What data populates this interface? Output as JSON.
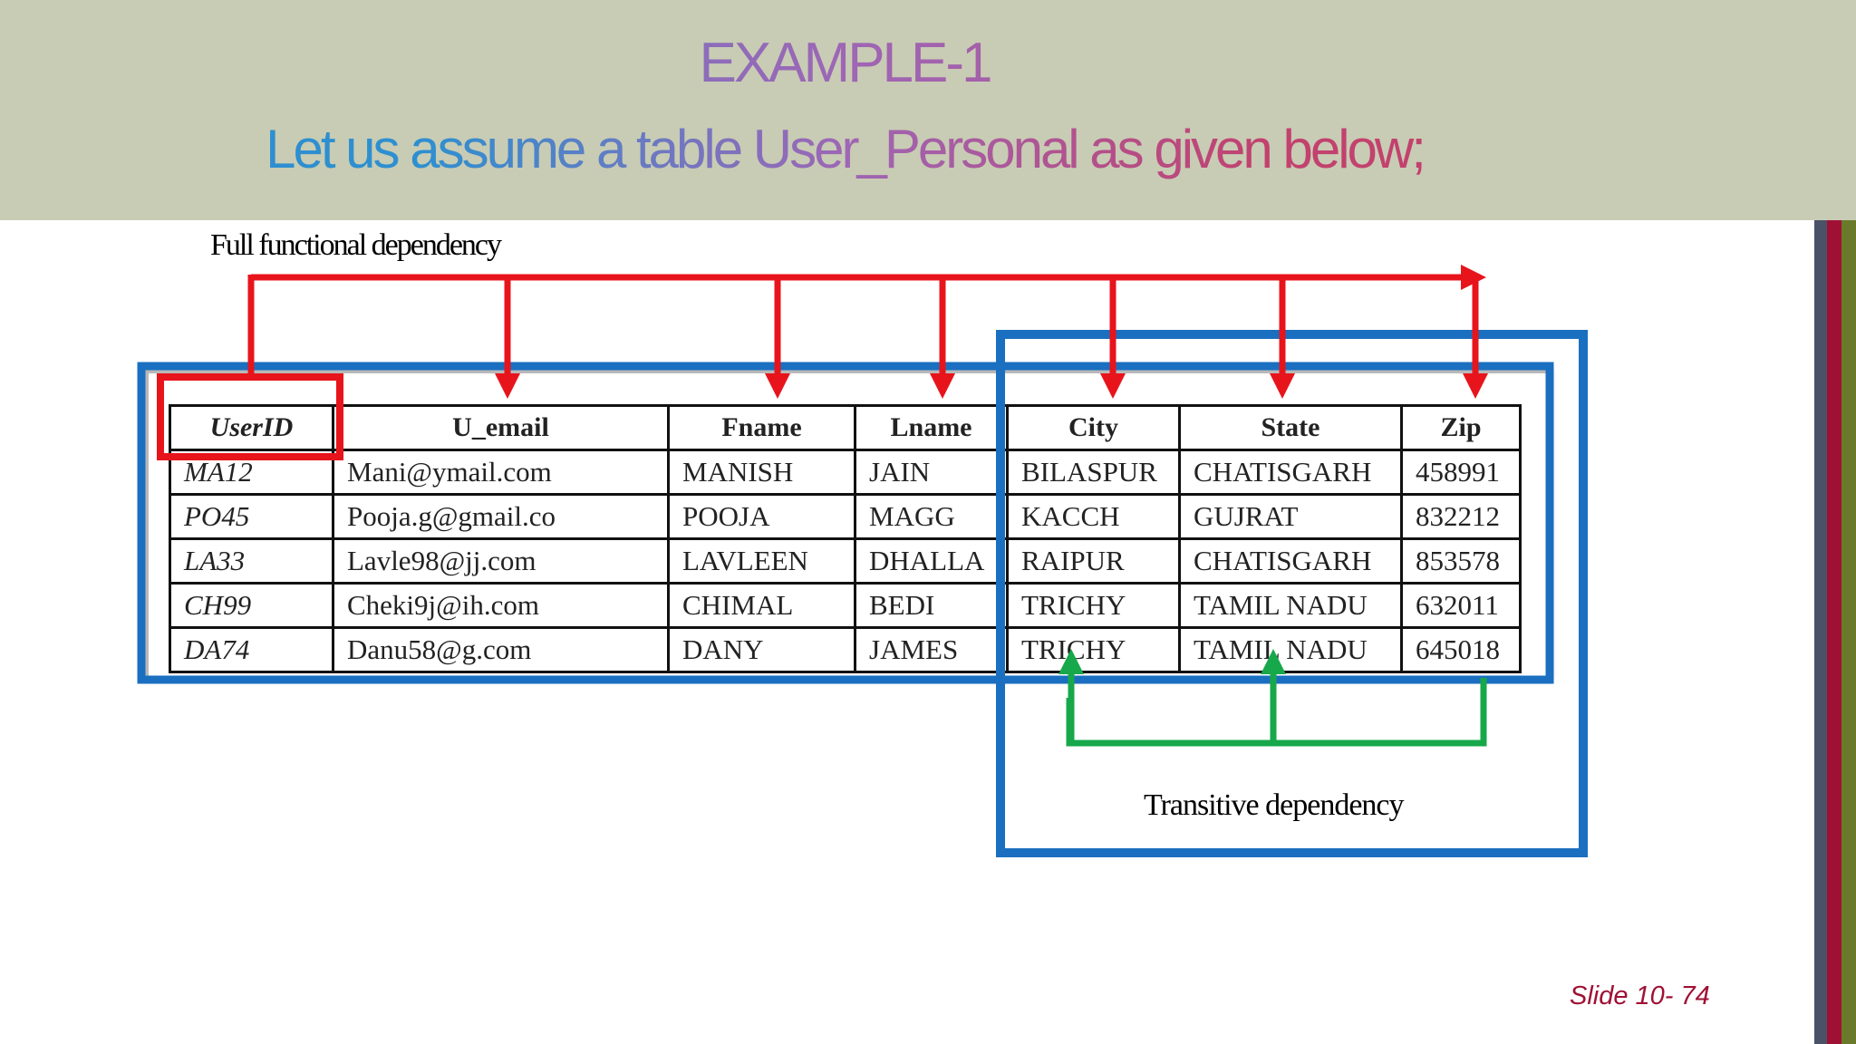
{
  "slide": {
    "title": "EXAMPLE-1",
    "subtitle": "Let us assume a table User_Personal as given below;",
    "full_dependency_label": "Full functional dependency",
    "transitive_dependency_label": "Transitive  dependency",
    "slide_number": "Slide 10- 74"
  },
  "table": {
    "headers": [
      "UserID",
      "U_email",
      "Fname",
      "Lname",
      "City",
      "State",
      "Zip"
    ],
    "rows": [
      [
        "MA12",
        "Mani@ymail.com",
        "MANISH",
        "JAIN",
        "BILASPUR",
        "CHATISGARH",
        "458991"
      ],
      [
        "PO45",
        "Pooja.g@gmail.co",
        "POOJA",
        "MAGG",
        "KACCH",
        "GUJRAT",
        "832212"
      ],
      [
        "LA33",
        "Lavle98@jj.com",
        "LAVLEEN",
        "DHALLA",
        "RAIPUR",
        "CHATISGARH",
        "853578"
      ],
      [
        "CH99",
        "Cheki9j@ih.com",
        "CHIMAL",
        "BEDI",
        "TRICHY",
        "TAMIL NADU",
        "632011"
      ],
      [
        "DA74",
        "Danu58@g.com",
        "DANY",
        "JAMES",
        "TRICHY",
        "TAMIL NADU",
        "645018"
      ]
    ]
  },
  "colors": {
    "header_band": "#c8ccb4",
    "full_dependency_arrows": "#e8141c",
    "transitive_dependency_arrows": "#16a84a",
    "box_outline": "#1a6fc0"
  }
}
